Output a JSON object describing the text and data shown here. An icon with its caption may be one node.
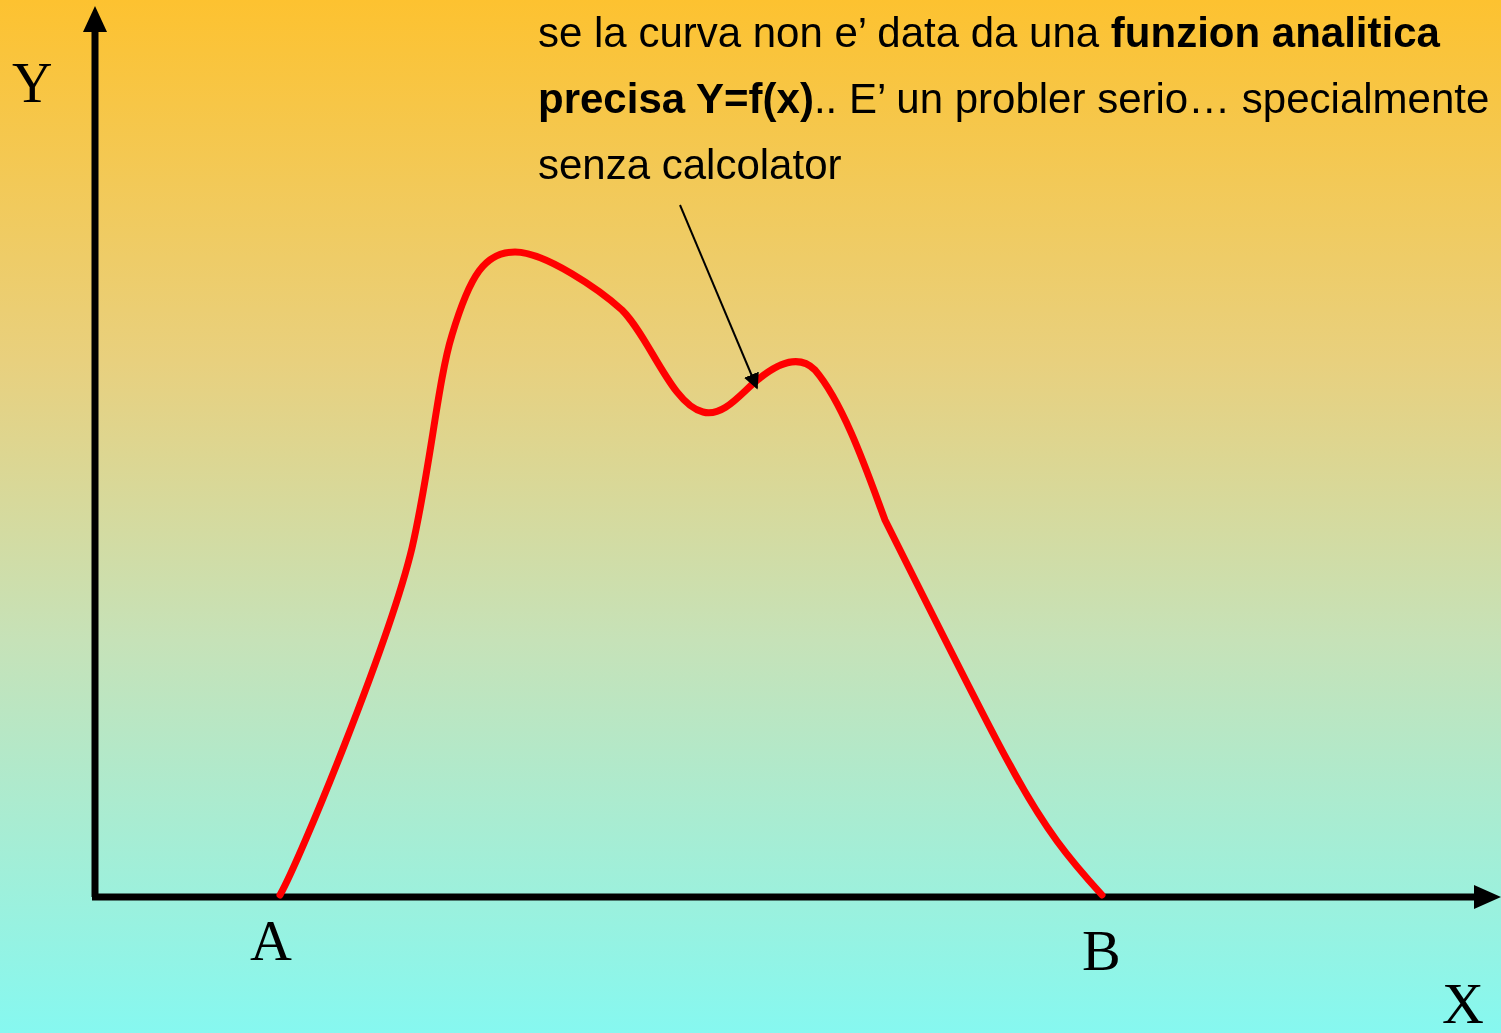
{
  "diagram": {
    "nodes": [
      {
        "text": [
          "se la curva non e’ data da una **funzion analitica precisa Y=f(x)**.. E’ un probler serio… specialmente senza calcolator"
        ]
      },
      {
        "text": [],
        "shape": "curve"
      }
    ],
    "edges": [
      {
        "from": 0,
        "to": 1,
        "arrow": "to"
      }
    ],
    "labels": [
      "Y",
      "A",
      "B",
      "X"
    ]
  }
}
